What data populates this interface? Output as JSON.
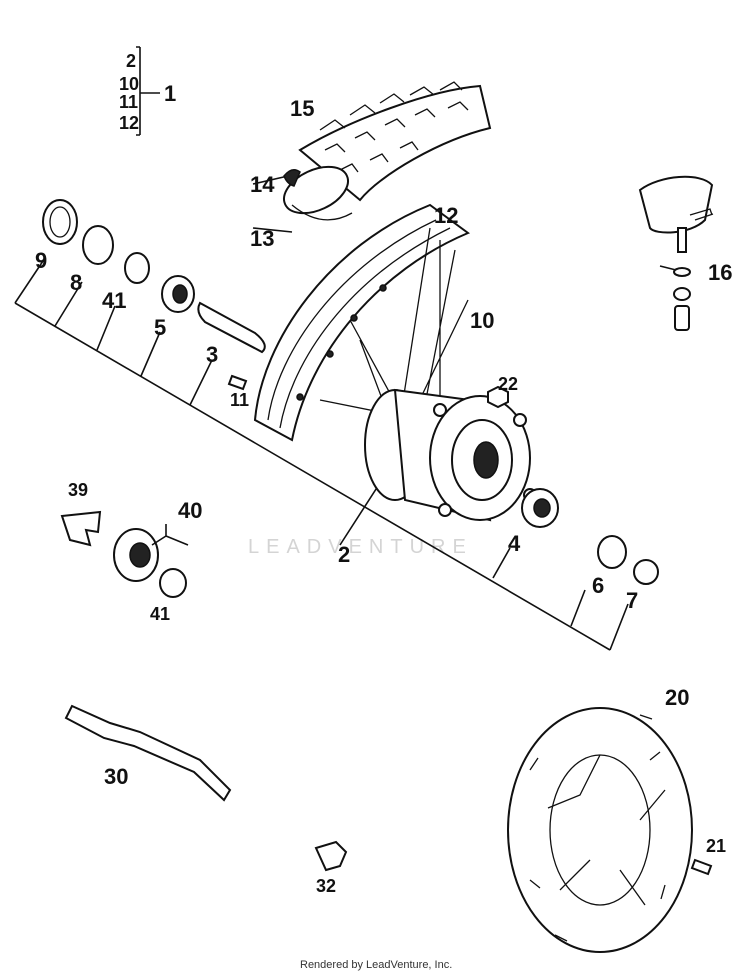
{
  "watermark": "LEADVENTURE",
  "credit": "Rendered by LeadVenture, Inc.",
  "group_callout": {
    "members": [
      "2",
      "10",
      "11",
      "12"
    ],
    "label": "1"
  },
  "callouts": {
    "p15": "15",
    "p14": "14",
    "p13": "13",
    "p12": "12",
    "p10": "10",
    "p16": "16",
    "p9": "9",
    "p8": "8",
    "p41a": "41",
    "p5": "5",
    "p3": "3",
    "p11": "11",
    "p22": "22",
    "p39": "39",
    "p40": "40",
    "p2": "2",
    "p4": "4",
    "p41b": "41",
    "p6": "6",
    "p7": "7",
    "p20": "20",
    "p30": "30",
    "p21": "21",
    "p32": "32"
  }
}
